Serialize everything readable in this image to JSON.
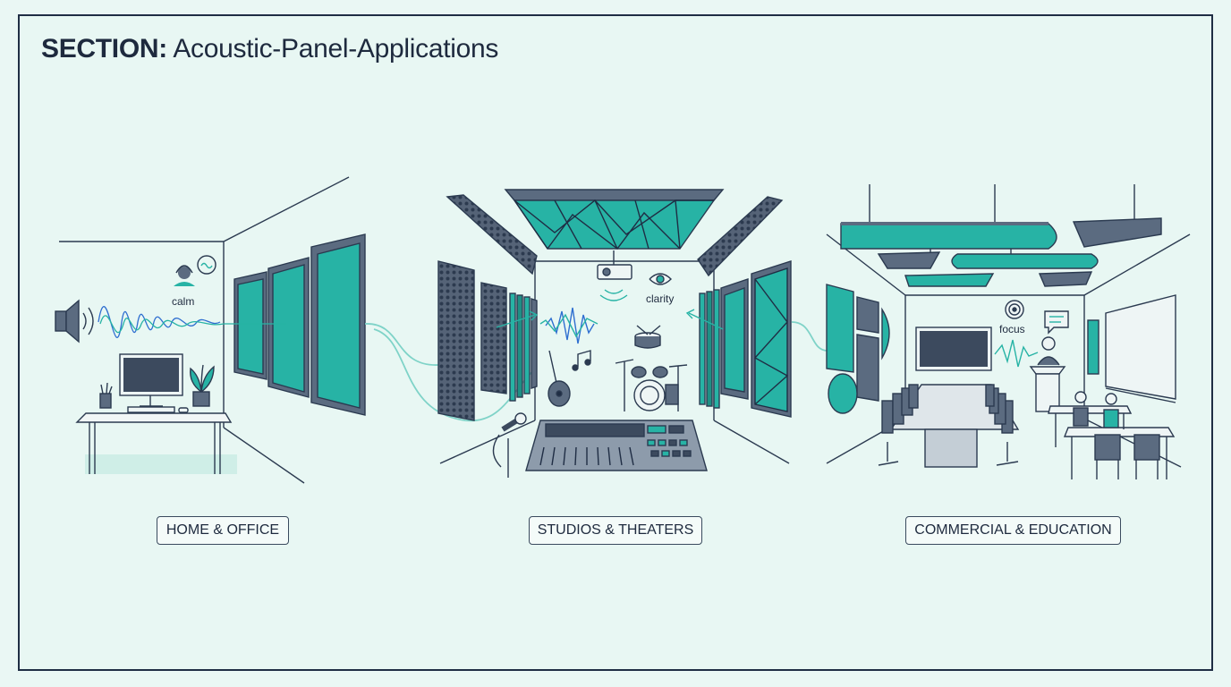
{
  "section": {
    "prefix": "SECTION:",
    "title": "Acoustic-Panel-Applications"
  },
  "scenes": [
    {
      "label": "HOME & OFFICE",
      "annotation": "calm"
    },
    {
      "label": "STUDIOS & THEATERS",
      "annotation": "clarity"
    },
    {
      "label": "COMMERCIAL & EDUCATION",
      "annotation": "focus"
    }
  ],
  "colors": {
    "teal": "#27b3a5",
    "navy": "#1f2d44",
    "slate": "#5b6b80",
    "background": "#e8f7f3"
  }
}
